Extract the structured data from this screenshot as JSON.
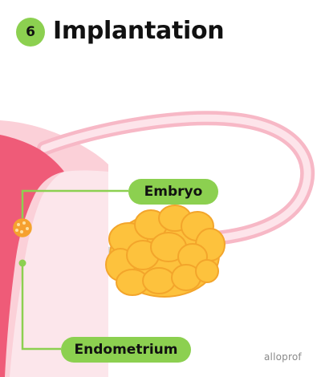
{
  "header": {
    "step_number": "6",
    "title": "Implantation"
  },
  "labels": {
    "embryo": "Embryo",
    "endometrium": "Endometrium"
  },
  "branding": {
    "watermark": "alloprof"
  },
  "colors": {
    "accent_green": "#8cd050",
    "uterus_outer_pink": "#fbd0d8",
    "uterine_tube_pink": "#f7b8c6",
    "endometrium_red": "#ef5b78",
    "ovary_yellow": "#fdc23d",
    "ovary_outline": "#f3a52b",
    "ligament_gray": "#d9d9d9",
    "embryo_orange": "#f6a030"
  }
}
